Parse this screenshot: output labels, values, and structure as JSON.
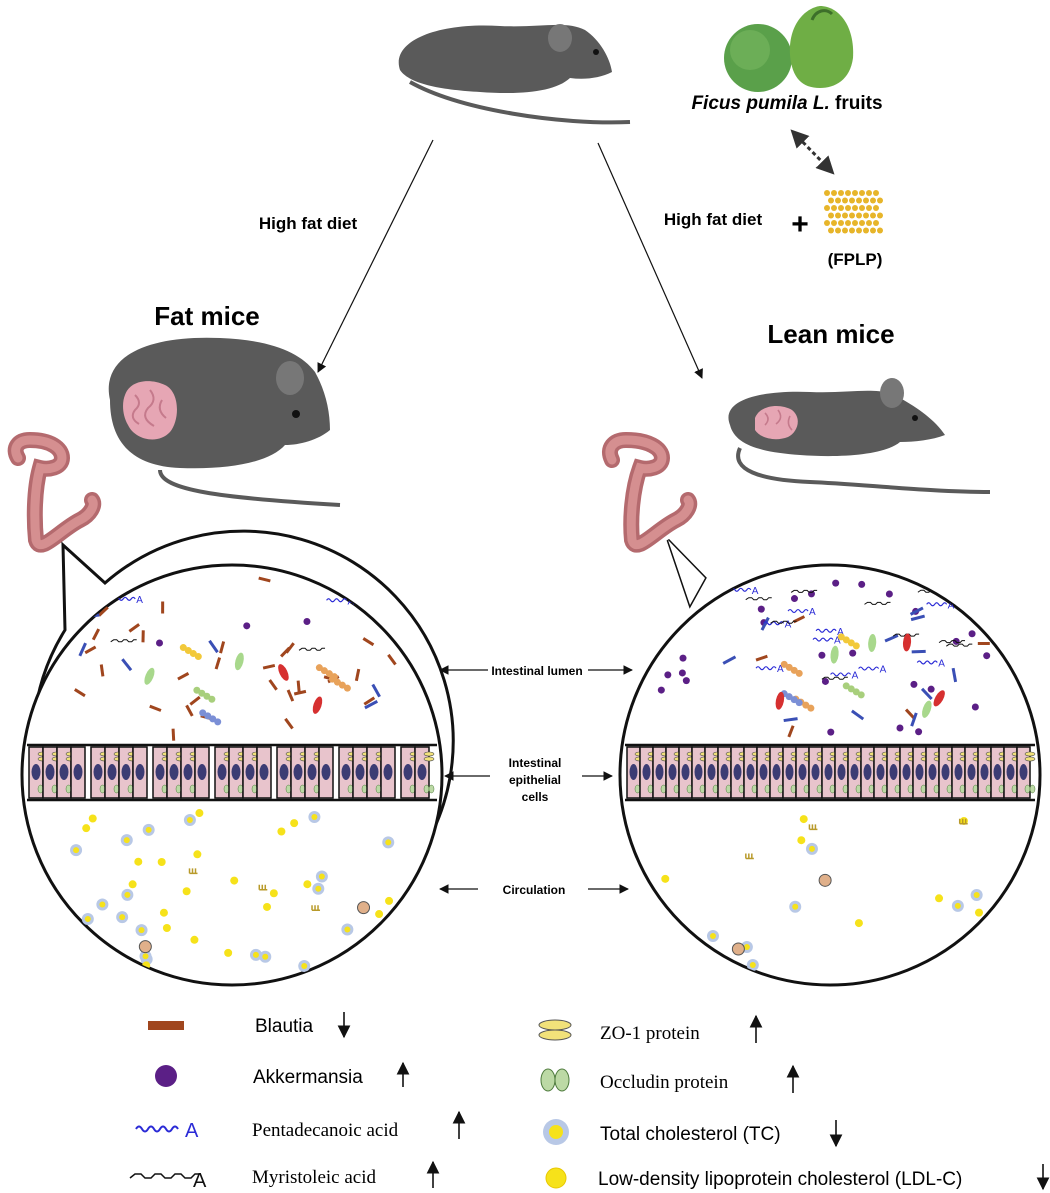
{
  "top": {
    "fruit_name": "Ficus pumila L.",
    "fruit_suffix": " fruits",
    "left_arrow_label": "High fat diet",
    "right_arrow_label": "High fat diet",
    "plus": "+",
    "fplp_label": "(FPLP)"
  },
  "mice": {
    "fat_title": "Fat mice",
    "lean_title": "Lean mice"
  },
  "middle_labels": {
    "lumen": "Intestinal lumen",
    "epithelial_line1": "Intestinal",
    "epithelial_line2": "epithelial",
    "epithelial_line3": "cells",
    "circulation": "Circulation"
  },
  "legend": {
    "left": [
      {
        "label": "Blautia",
        "trend": "down",
        "icon": "blautia-bar-icon"
      },
      {
        "label": "Akkermansia",
        "trend": "up",
        "icon": "akkermansia-dot-icon"
      },
      {
        "label": "Pentadecanoic acid",
        "trend": "up",
        "icon": "pentadecanoic-acid-icon"
      },
      {
        "label": "Myristoleic acid",
        "trend": "up",
        "icon": "myristoleic-acid-icon"
      }
    ],
    "right": [
      {
        "label": "ZO-1 protein",
        "trend": "up",
        "icon": "zo1-protein-icon"
      },
      {
        "label": "Occludin protein",
        "trend": "up",
        "icon": "occludin-protein-icon"
      },
      {
        "label": "Total cholesterol (TC)",
        "trend": "down",
        "icon": "total-cholesterol-icon"
      },
      {
        "label": "Low-density lipoprotein cholesterol (LDL-C)",
        "trend": "down",
        "icon": "ldl-cholesterol-icon"
      }
    ]
  },
  "colors": {
    "blautia": "#a0461e",
    "akkermansia": "#5b1f86",
    "acid_blue": "#2b2bd6",
    "cell_pink": "#e8c4cc",
    "nucleus": "#3c3c74",
    "zo1_yellow": "#f2e27a",
    "occludin_green": "#bcd9a5",
    "tc_ring": "#b8c8e6",
    "ldl_yellow": "#f6e21a",
    "mouse_gray": "#5a5a5a",
    "fat_pink": "#e6a6b4"
  }
}
